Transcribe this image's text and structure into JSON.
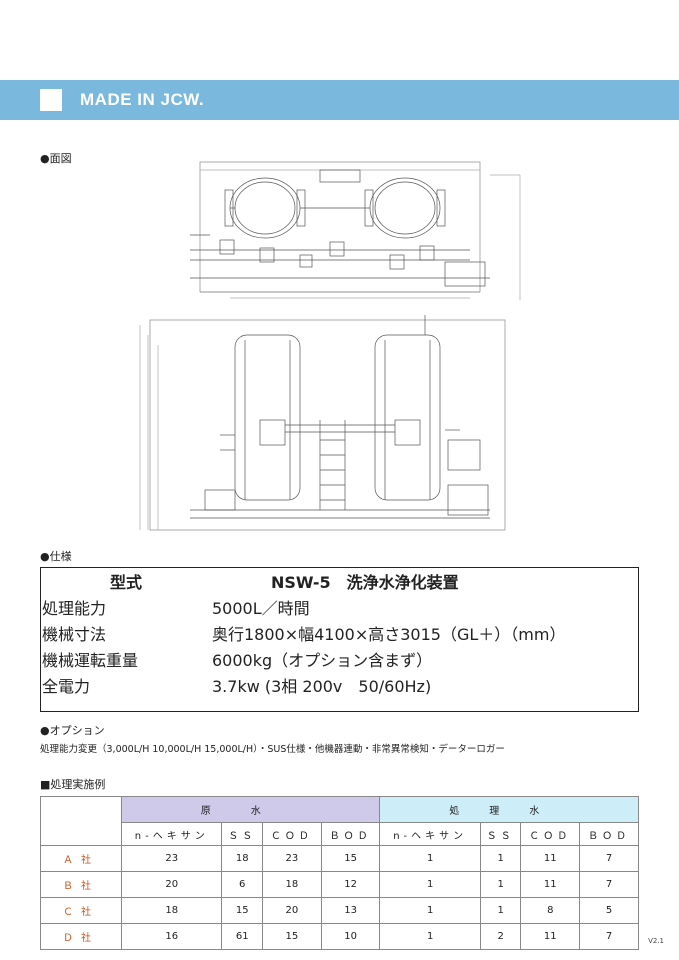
{
  "banner": {
    "title": "MADE IN JCW."
  },
  "sections": {
    "drawing": "●面図",
    "spec": "●仕様",
    "option": "●オプション",
    "example": "■処理実施例"
  },
  "spec": {
    "header_label": "型式",
    "header_value": "NSW-5　洗浄水浄化装置",
    "rows": [
      {
        "label": "処理能力",
        "value": "5000L／時間"
      },
      {
        "label": "機械寸法",
        "value": "奥行1800×幅4100×高さ3015（GL＋）（mm）"
      },
      {
        "label": "機械運転重量",
        "value": "6000kg（オプション含まず）"
      },
      {
        "label": "全電力",
        "value": "3.7kw (3相 200v　50/60Hz)"
      }
    ]
  },
  "option": {
    "text": "処理能力変更（3,000L/H 10,000L/H 15,000L/H）・SUS仕様・他機器連動・非常異常検知・データーロガー"
  },
  "example": {
    "group_raw": "原水",
    "group_treated": "処理水",
    "columns": [
      "n-ヘキサン",
      "ＳＳ",
      "ＣＯＤ",
      "ＢＯＤ",
      "n-ヘキサン",
      "ＳＳ",
      "ＣＯＤ",
      "ＢＯＤ"
    ],
    "rows": [
      {
        "company": "Ａ社",
        "values": [
          "23",
          "18",
          "23",
          "15",
          "1",
          "1",
          "11",
          "7"
        ]
      },
      {
        "company": "Ｂ社",
        "values": [
          "20",
          "6",
          "18",
          "12",
          "1",
          "1",
          "11",
          "7"
        ]
      },
      {
        "company": "Ｃ社",
        "values": [
          "18",
          "15",
          "20",
          "13",
          "1",
          "1",
          "8",
          "5"
        ]
      },
      {
        "company": "Ｄ社",
        "values": [
          "16",
          "61",
          "15",
          "10",
          "1",
          "2",
          "11",
          "7"
        ]
      }
    ]
  },
  "version": "V2.1"
}
